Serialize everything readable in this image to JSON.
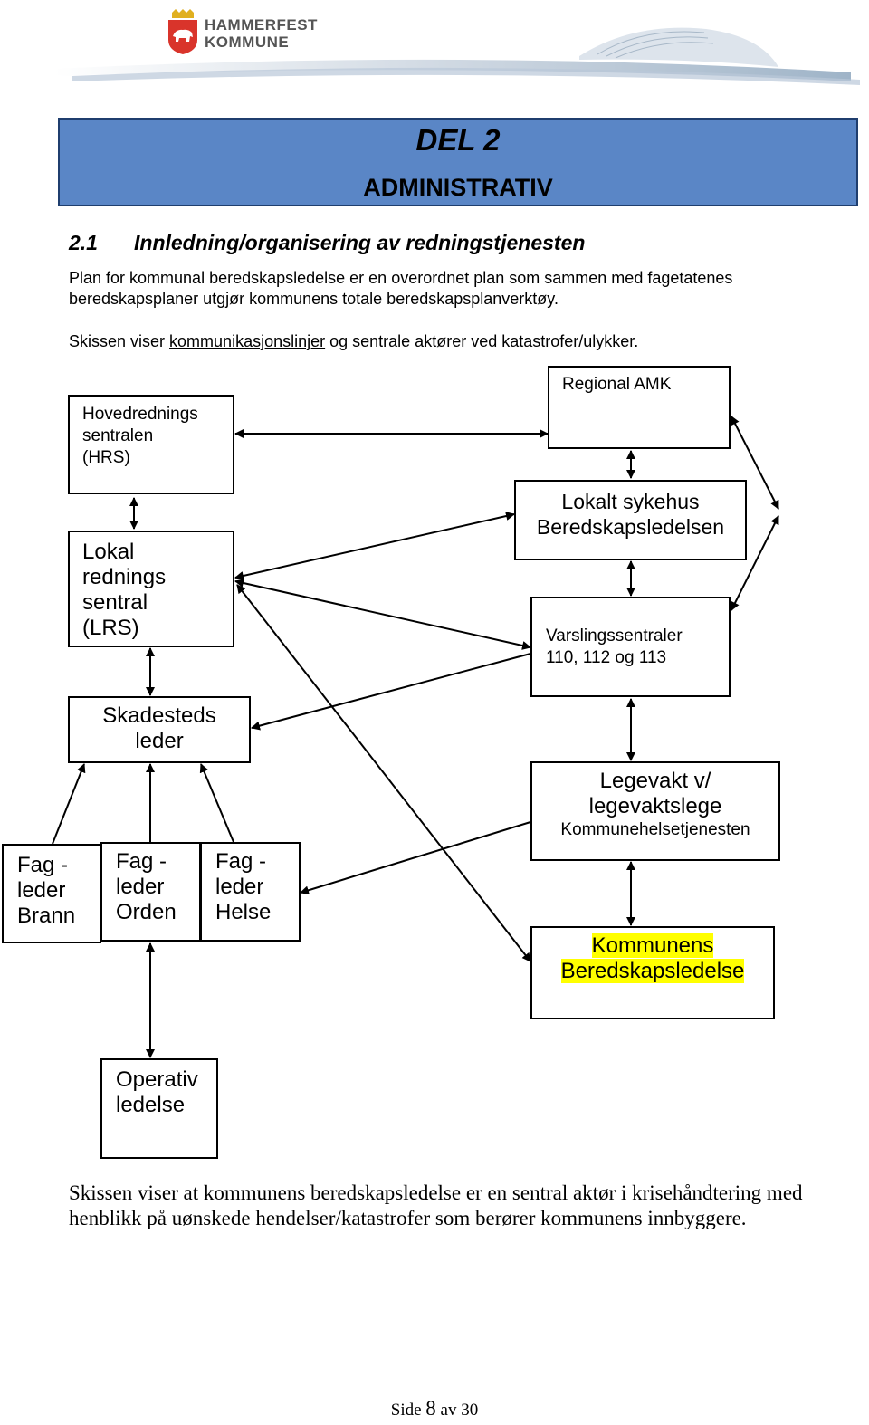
{
  "header": {
    "logo_line1": "HAMMERFEST",
    "logo_line2": "KOMMUNE",
    "logo_icon": "polar-bear-shield-icon"
  },
  "section": {
    "part": "DEL 2",
    "title": "ADMINISTRATIV"
  },
  "heading": {
    "number": "2.1",
    "text": "Innledning/organisering av redningstjenesten"
  },
  "intro": {
    "line1": "Plan for kommunal beredskapsledelse er en overordnet plan som sammen med fagetatenes",
    "line2": "beredskapsplaner utgjør kommunens totale beredskapsplanverktøy.",
    "sketch_prefix": "Skissen viser ",
    "sketch_link": "kommunikasjonslinjer",
    "sketch_suffix": " og sentrale aktører ved katastrofer/ulykker."
  },
  "diagram": {
    "hrs": [
      "Hovedrednings",
      "sentralen",
      "(HRS)"
    ],
    "amk": "Regional AMK",
    "lrs": [
      "Lokal",
      "rednings",
      "sentral",
      "(LRS)"
    ],
    "sykehus": [
      "Lokalt sykehus",
      "Beredskapsledelsen"
    ],
    "varsling": [
      "Varslingssentraler",
      "110, 112 og 113"
    ],
    "skadested": [
      "Skadesteds",
      "leder"
    ],
    "legevakt": [
      "Legevakt v/",
      "legevaktslege",
      "Kommunehelsetjenesten"
    ],
    "brann": [
      "Fag -",
      "leder",
      "Brann"
    ],
    "orden": [
      "Fag -",
      "leder",
      "Orden"
    ],
    "helse": [
      "Fag -",
      "leder",
      "Helse"
    ],
    "kommune": [
      "Kommunens",
      "Beredskapsledelse"
    ],
    "operativ": [
      "Operativ",
      "ledelse"
    ]
  },
  "summary": {
    "line1": "Skissen viser at kommunens beredskapsledelse er en sentral aktør i krisehåndtering med",
    "line2": "henblikk på uønskede hendelser/katastrofer som berører kommunens innbyggere."
  },
  "footer": {
    "prefix": "Side ",
    "page": "8",
    "suffix": " av 30"
  },
  "colors": {
    "banner": "#5a86c6",
    "highlight": "#ffff00",
    "logo_red": "#d9342b"
  }
}
